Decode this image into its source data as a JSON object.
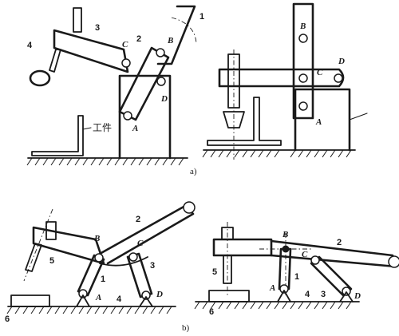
{
  "captions": {
    "a": "a)",
    "b": "b)"
  },
  "workpiece_label": "工件",
  "fig_a_left": {
    "parts": [
      "1",
      "2",
      "3",
      "4"
    ],
    "points": [
      "A",
      "B",
      "C",
      "D"
    ]
  },
  "fig_a_right": {
    "points": [
      "A",
      "B",
      "C",
      "D"
    ]
  },
  "fig_b_left": {
    "parts": [
      "1",
      "2",
      "3",
      "4",
      "5",
      "6"
    ],
    "points": [
      "A",
      "B",
      "C",
      "D"
    ]
  },
  "fig_b_right": {
    "parts": [
      "1",
      "2",
      "3",
      "4",
      "5",
      "6"
    ],
    "points": [
      "A",
      "B",
      "C",
      "D"
    ]
  }
}
